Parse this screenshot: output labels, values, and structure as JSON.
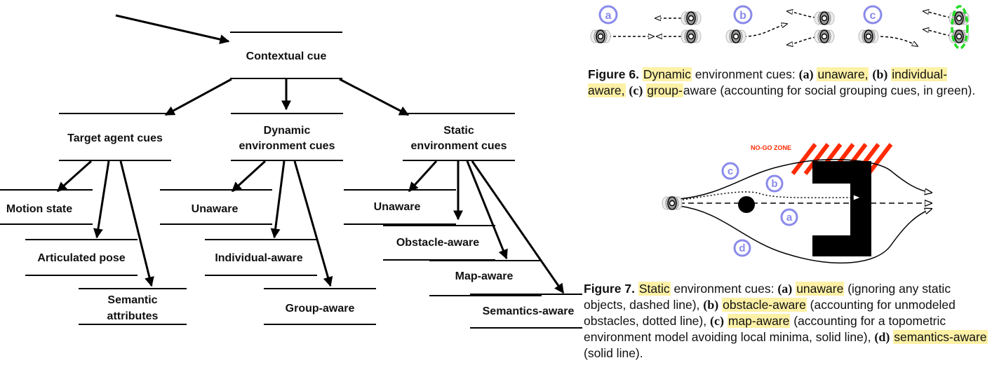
{
  "tree": {
    "root": {
      "label": "Contextual cue"
    },
    "target": {
      "label": "Target agent cues"
    },
    "dynamic": {
      "line1": "Dynamic",
      "line2": "environment cues"
    },
    "static": {
      "line1": "Static",
      "line2": "environment cues"
    },
    "target_children": [
      {
        "label": "Motion state"
      },
      {
        "label": "Articulated pose"
      },
      {
        "line1": "Semantic",
        "line2": "attributes"
      }
    ],
    "dynamic_children": [
      {
        "label": "Unaware"
      },
      {
        "label": "Individual-aware"
      },
      {
        "label": "Group-aware"
      }
    ],
    "static_children": [
      {
        "label": "Unaware"
      },
      {
        "label": "Obstacle-aware"
      },
      {
        "label": "Map-aware"
      },
      {
        "label": "Semantics-aware"
      }
    ]
  },
  "figure6": {
    "panel_labels": [
      "a",
      "b",
      "c"
    ],
    "caption": {
      "fig": "Figure 6.",
      "dynamic": "Dynamic",
      "t1": " environment cues: ",
      "a": "(a)",
      "unaware": "unaware,",
      "b": "(b)",
      "individual": "individual-aware,",
      "c": "(c)",
      "group": "group-",
      "t2": "aware (accounting for social grouping cues, in green)."
    },
    "colors": {
      "label": "#8a8aeb",
      "group": "#22dd22"
    }
  },
  "figure7": {
    "zone_label": "NO-GO ZONE",
    "path_labels": {
      "a": "a",
      "b": "b",
      "c": "c",
      "d": "d"
    },
    "caption": {
      "fig": "Figure 7.",
      "static": "Static",
      "t1": " environment cues: ",
      "a": "(a)",
      "unaware": "unaware",
      "t2": " (ignoring any static objects, dashed line), ",
      "b": "(b)",
      "obstacle": "obstacle-aware",
      "t3": " (accounting for unmodeled obstacles, dotted line), ",
      "c": "(c)",
      "map": "map-aware",
      "t4": " (accounting for a topometric environment model avoiding local minima, solid line), ",
      "d": "(d)",
      "semantics": "semantics-aware",
      "t5": " (solid line)."
    },
    "colors": {
      "zone": "#ff2a00",
      "label": "#8a8aeb",
      "highlight": "#fdf1a6"
    }
  }
}
